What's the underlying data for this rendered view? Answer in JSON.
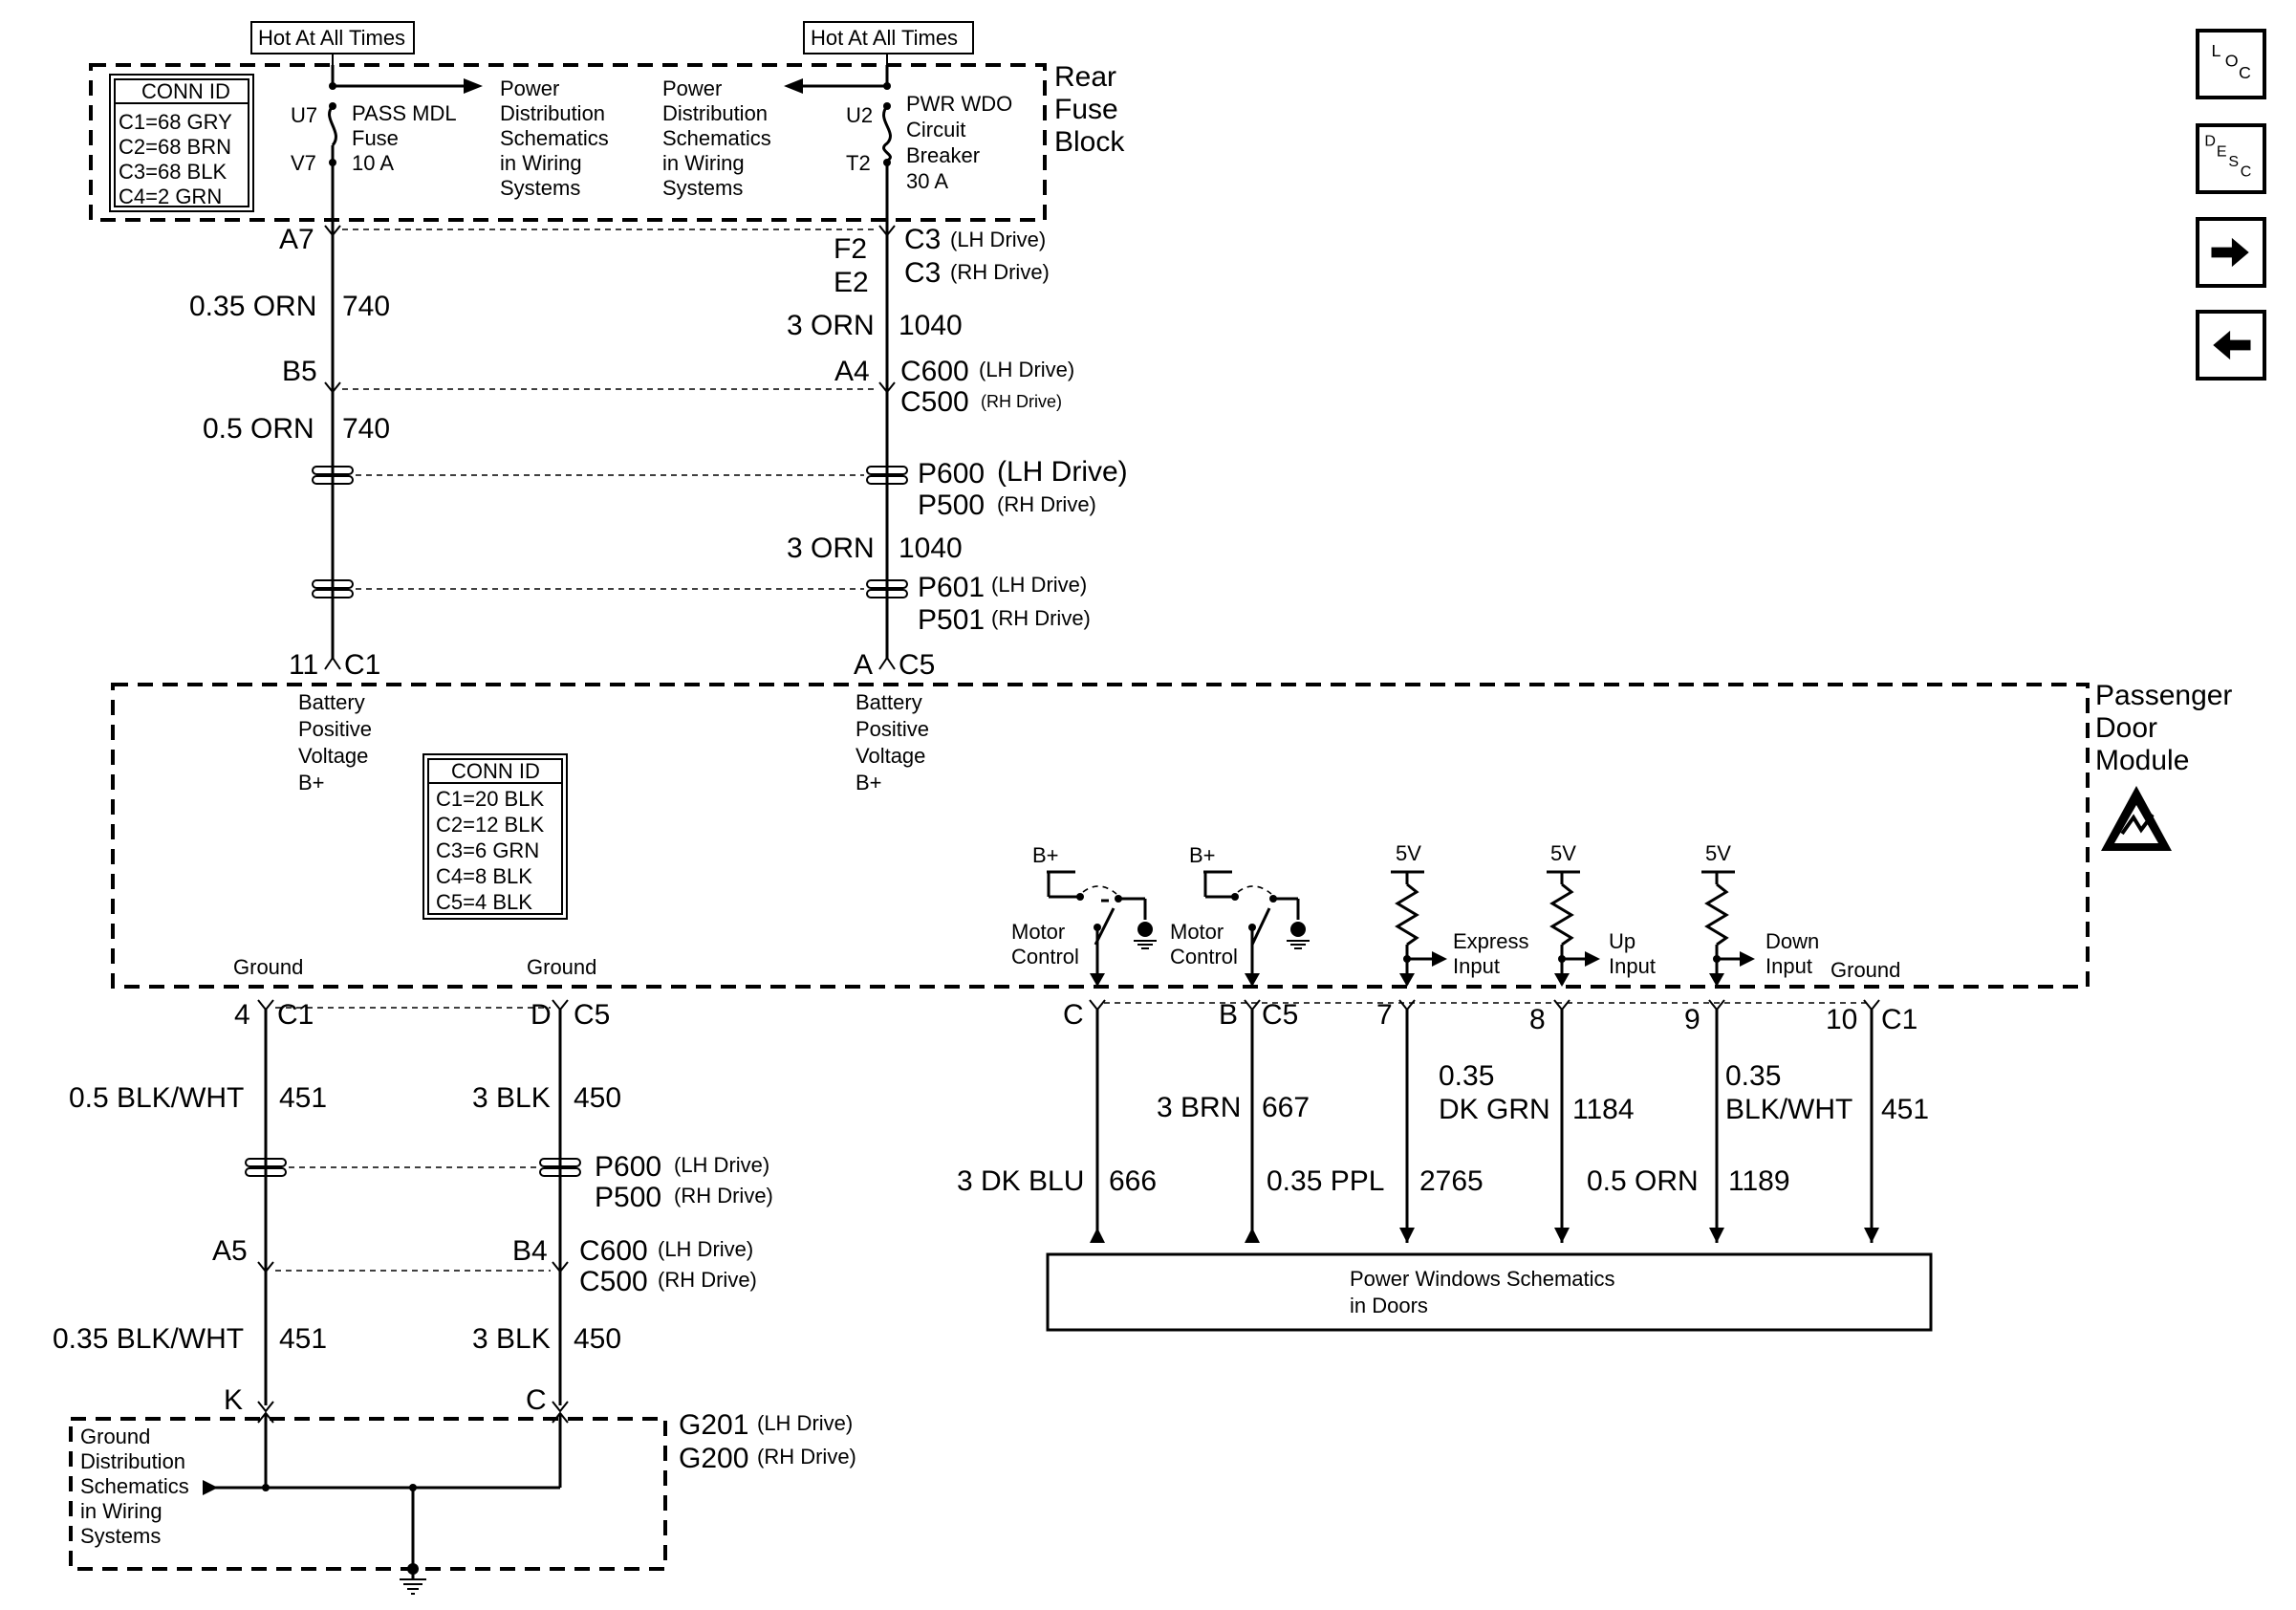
{
  "toolbar": {
    "loc": {
      "top": "L",
      "mid": "O",
      "sub": "C"
    },
    "desc": {
      "top": "D",
      "mid": "E",
      "sub1": "S",
      "sub2": "C"
    }
  },
  "labels": {
    "hot_left": "Hot At All Times",
    "hot_right": "Hot At All Times",
    "rear_fuse_block": [
      "Rear",
      "Fuse",
      "Block"
    ],
    "conn_id_top": {
      "title": "CONN ID",
      "rows": [
        "C1=68 GRY",
        "C2=68 BRN",
        "C3=68 BLK",
        "C4=2 GRN"
      ]
    },
    "u7": "U7",
    "v7": "V7",
    "pass_mdl_fuse": [
      "PASS MDL",
      "Fuse",
      "10 A"
    ],
    "power_dist_left": [
      "Power",
      "Distribution",
      "Schematics",
      "in Wiring",
      "Systems"
    ],
    "power_dist_right": [
      "Power",
      "Distribution",
      "Schematics",
      "in Wiring",
      "Systems"
    ],
    "u2": "U2",
    "t2": "T2",
    "pwr_wdo_cb": [
      "PWR WDO",
      "Circuit",
      "Breaker",
      "30 A"
    ],
    "a7": "A7",
    "f2": "F2",
    "e2": "E2",
    "c3_lh": "C3",
    "c3_lh_note": "(LH Drive)",
    "c3_rh": "C3",
    "c3_rh_note": "(RH Drive)",
    "wire_740a": {
      "gauge": "0.35 ORN",
      "circuit": "740"
    },
    "wire_1040a": {
      "gauge": "3 ORN",
      "circuit": "1040"
    },
    "b5": "B5",
    "a4": "A4",
    "c600_lh": "C600",
    "c600_lh_note": "(LH Drive)",
    "c500_rh": "C500",
    "c500_rh_note": "(RH Drive)",
    "wire_740b": {
      "gauge": "0.5 ORN",
      "circuit": "740"
    },
    "p600": "P600",
    "p600_note": "(LH Drive)",
    "p500": "P500",
    "p500_note": "(RH Drive)",
    "wire_1040b": {
      "gauge": "3 ORN",
      "circuit": "1040"
    },
    "p601": "P601",
    "p601_note": "(LH Drive)",
    "p501": "P501",
    "p501_note": "(RH Drive)",
    "pin_11": "11",
    "conn_c1_top": "C1",
    "pin_a": "A",
    "conn_c5_top": "C5",
    "batt_left": [
      "Battery",
      "Positive",
      "Voltage",
      "B+"
    ],
    "batt_right": [
      "Battery",
      "Positive",
      "Voltage",
      "B+"
    ],
    "passenger_door_module": [
      "Passenger",
      "Door",
      "Module"
    ],
    "conn_id_mid": {
      "title": "CONN ID",
      "rows": [
        "C1=20 BLK",
        "C2=12 BLK",
        "C3=6 GRN",
        "C4=8 BLK",
        "C5=4 BLK"
      ]
    },
    "ground_1": "Ground",
    "ground_2": "Ground",
    "ground_3": "Ground",
    "bplus_1": "B+",
    "bplus_2": "B+",
    "motor_control_1": [
      "Motor",
      "Control"
    ],
    "motor_control_2": [
      "Motor",
      "Control"
    ],
    "fivev_1": "5V",
    "fivev_2": "5V",
    "fivev_3": "5V",
    "express_input": [
      "Express",
      "Input"
    ],
    "up_input": [
      "Up",
      "Input"
    ],
    "down_input": [
      "Down",
      "Input"
    ],
    "pin_4": "4",
    "conn_c1_gnd": "C1",
    "pin_d": "D",
    "conn_c5_gnd": "C5",
    "pin_c": "C",
    "pin_b": "B",
    "conn_c5_bot": "C5",
    "pin_7": "7",
    "pin_8": "8",
    "pin_9": "9",
    "pin_10": "10",
    "conn_c1_bot": "C1",
    "wire_451a": {
      "gauge": "0.5 BLK/WHT",
      "circuit": "451"
    },
    "wire_450a": {
      "gauge": "3 BLK",
      "circuit": "450"
    },
    "wire_667": {
      "gauge": "3 BRN",
      "circuit": "667"
    },
    "wire_666": {
      "gauge": "3 DK BLU",
      "circuit": "666"
    },
    "wire_2765": {
      "gauge": "0.35 PPL",
      "circuit": "2765"
    },
    "wire_1184": {
      "gauge": [
        "0.35",
        "DK GRN"
      ],
      "circuit": "1184"
    },
    "wire_1189": {
      "gauge": "0.5 ORN",
      "circuit": "1189"
    },
    "wire_451c": {
      "gauge": [
        "0.35",
        "BLK/WHT"
      ],
      "circuit": "451"
    },
    "p600_b": "P600",
    "p600_b_note": "(LH Drive)",
    "p500_b": "P500",
    "p500_b_note": "(RH Drive)",
    "a5": "A5",
    "b4": "B4",
    "c600_b": "C600",
    "c600_b_note": "(LH Drive)",
    "c500_b": "C500",
    "c500_b_note": "(RH Drive)",
    "wire_451b": {
      "gauge": "0.35 BLK/WHT",
      "circuit": "451"
    },
    "wire_450b": {
      "gauge": "3 BLK",
      "circuit": "450"
    },
    "pin_k": "K",
    "pin_c_gnd": "C",
    "g201": "G201",
    "g201_note": "(LH Drive)",
    "g200": "G200",
    "g200_note": "(RH Drive)",
    "ground_dist": [
      "Ground",
      "Distribution",
      "Schematics",
      "in Wiring",
      "Systems"
    ],
    "power_windows": [
      "Power Windows Schematics",
      "in Doors"
    ]
  }
}
